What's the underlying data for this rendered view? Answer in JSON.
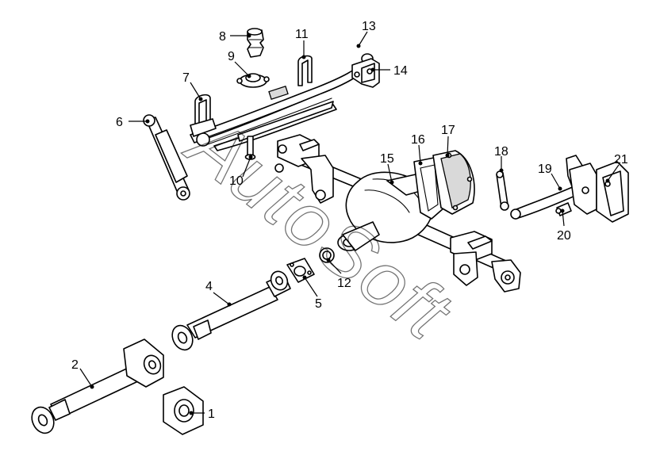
{
  "watermark": "AutoSoft",
  "callouts": [
    {
      "id": "1",
      "label": "1"
    },
    {
      "id": "2",
      "label": "2"
    },
    {
      "id": "4",
      "label": "4"
    },
    {
      "id": "5",
      "label": "5"
    },
    {
      "id": "6",
      "label": "6"
    },
    {
      "id": "7",
      "label": "7"
    },
    {
      "id": "8",
      "label": "8"
    },
    {
      "id": "9",
      "label": "9"
    },
    {
      "id": "10",
      "label": "10"
    },
    {
      "id": "11",
      "label": "11"
    },
    {
      "id": "12",
      "label": "12"
    },
    {
      "id": "13",
      "label": "13"
    },
    {
      "id": "14",
      "label": "14"
    },
    {
      "id": "15",
      "label": "15"
    },
    {
      "id": "16",
      "label": "16"
    },
    {
      "id": "17",
      "label": "17"
    },
    {
      "id": "18",
      "label": "18"
    },
    {
      "id": "19",
      "label": "19"
    },
    {
      "id": "20",
      "label": "20"
    },
    {
      "id": "21",
      "label": "21"
    }
  ]
}
